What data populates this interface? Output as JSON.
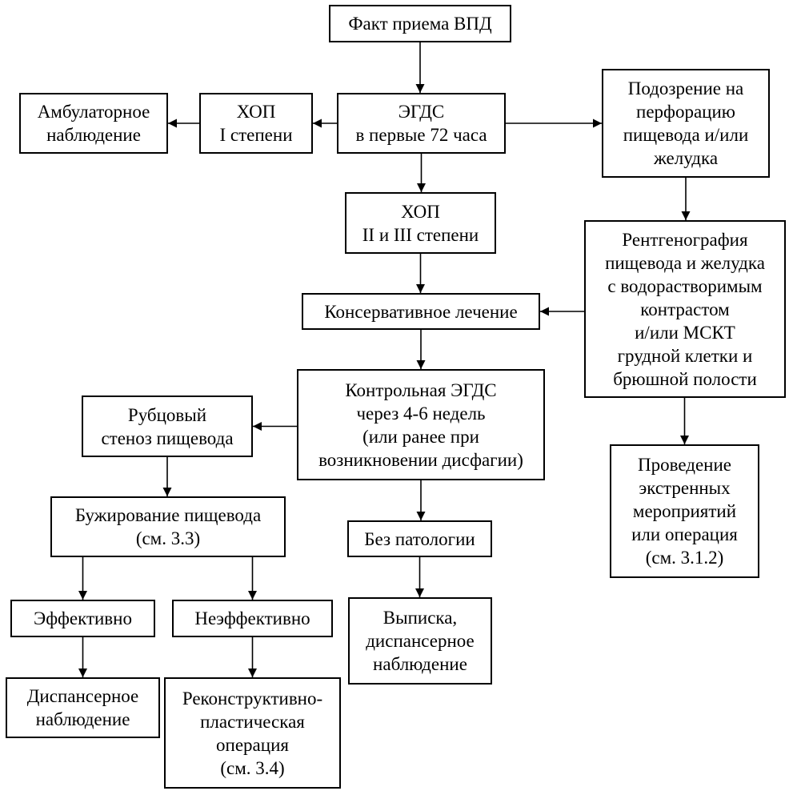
{
  "colors": {
    "line": "#000000",
    "box_border": "#000000",
    "background": "#ffffff"
  },
  "nodes": {
    "intake": {
      "lines": [
        "Факт приема ВПД"
      ]
    },
    "egds": {
      "lines": [
        "ЭГДС",
        "в первые 72 часа"
      ]
    },
    "hop1": {
      "lines": [
        "ХОП",
        "I степени"
      ]
    },
    "ambulatory": {
      "lines": [
        "Амбулаторное",
        "наблюдение"
      ]
    },
    "perforation": {
      "lines": [
        "Подозрение на",
        "перфорацию",
        "пищевода и/или",
        "желудка"
      ]
    },
    "hop23": {
      "lines": [
        "ХОП",
        "II и III степени"
      ]
    },
    "xray": {
      "lines": [
        "Рентгенография",
        "пищевода и желудка",
        "с водорастворимым",
        "контрастом",
        "и/или МСКТ",
        "грудной клетки и",
        "брюшной полости"
      ]
    },
    "conservative": {
      "lines": [
        "Консервативное лечение"
      ]
    },
    "control_egds": {
      "lines": [
        "Контрольная ЭГДС",
        "через 4-6 недель",
        "(или ранее при",
        "возникновении дисфагии)"
      ]
    },
    "emergency": {
      "lines": [
        "Проведение",
        "экстренных",
        "мероприятий",
        "или операция",
        "(см. 3.1.2)"
      ]
    },
    "stenosis": {
      "lines": [
        "Рубцовый",
        "стеноз пищевода"
      ]
    },
    "no_pathology": {
      "lines": [
        "Без патологии"
      ]
    },
    "bougienage": {
      "lines": [
        "Бужирование пищевода",
        "(см. 3.3)"
      ]
    },
    "discharge": {
      "lines": [
        "Выписка,",
        "диспансерное",
        "наблюдение"
      ]
    },
    "effective": {
      "lines": [
        "Эффективно"
      ]
    },
    "ineffective": {
      "lines": [
        "Неэффективно"
      ]
    },
    "dispensary": {
      "lines": [
        "Диспансерное",
        "наблюдение"
      ]
    },
    "reconstructive": {
      "lines": [
        "Реконструктивно-",
        "пластическая",
        "операция",
        "(см. 3.4)"
      ]
    }
  },
  "edges": [
    {
      "from": "intake",
      "to": "egds"
    },
    {
      "from": "egds",
      "to": "hop1"
    },
    {
      "from": "hop1",
      "to": "ambulatory"
    },
    {
      "from": "egds",
      "to": "perforation"
    },
    {
      "from": "egds",
      "to": "hop23"
    },
    {
      "from": "hop23",
      "to": "conservative"
    },
    {
      "from": "perforation",
      "to": "xray"
    },
    {
      "from": "xray",
      "to": "conservative"
    },
    {
      "from": "conservative",
      "to": "control_egds"
    },
    {
      "from": "xray",
      "to": "emergency"
    },
    {
      "from": "control_egds",
      "to": "stenosis"
    },
    {
      "from": "control_egds",
      "to": "no_pathology"
    },
    {
      "from": "stenosis",
      "to": "bougienage"
    },
    {
      "from": "no_pathology",
      "to": "discharge"
    },
    {
      "from": "bougienage",
      "to": "effective"
    },
    {
      "from": "bougienage",
      "to": "ineffective"
    },
    {
      "from": "effective",
      "to": "dispensary"
    },
    {
      "from": "ineffective",
      "to": "reconstructive"
    }
  ]
}
